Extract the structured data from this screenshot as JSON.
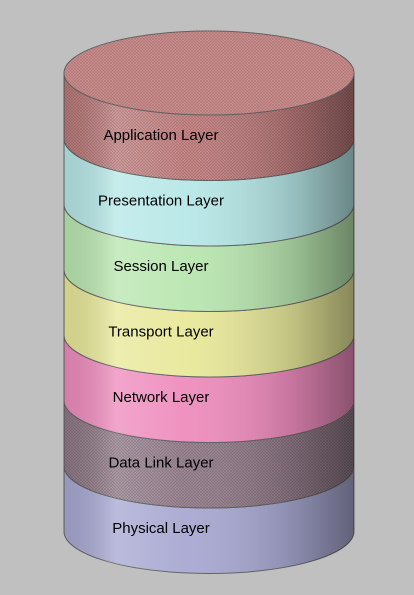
{
  "diagram": {
    "type": "stacked-cylinder",
    "background": "#c0c0c0",
    "layers": [
      {
        "label": "Application Layer",
        "color": "#c98484",
        "pattern": "crosshatch"
      },
      {
        "label": "Presentation Layer",
        "color": "#b7e7e7",
        "pattern": "none"
      },
      {
        "label": "Session Layer",
        "color": "#b9e6b0",
        "pattern": "none"
      },
      {
        "label": "Transport Layer",
        "color": "#e8e89a",
        "pattern": "none"
      },
      {
        "label": "Network Layer",
        "color": "#ee8cbd",
        "pattern": "none"
      },
      {
        "label": "Data Link Layer",
        "color": "#9a8391",
        "pattern": "crosshatch"
      },
      {
        "label": "Physical Layer",
        "color": "#a8a8d2",
        "pattern": "none"
      }
    ]
  }
}
